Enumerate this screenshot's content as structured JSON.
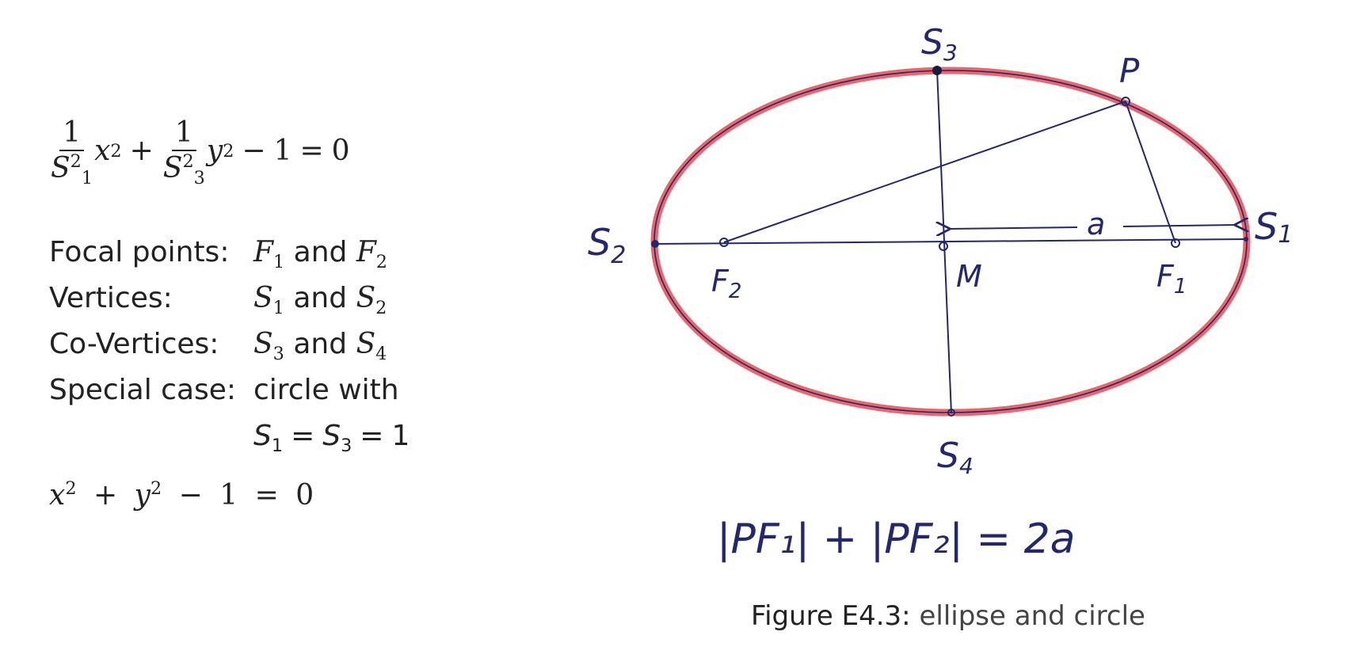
{
  "equation_main": {
    "num1": "1",
    "den1_base": "S",
    "den1_sub": "1",
    "den1_sup": "2",
    "var1": "x",
    "var1_sup": "2",
    "plus": "+",
    "num2": "1",
    "den2_base": "S",
    "den2_sub": "3",
    "den2_sup": "2",
    "var2": "y",
    "var2_sup": "2",
    "minus": "−",
    "one": "1",
    "equals": "=",
    "zero": "0"
  },
  "properties": [
    {
      "label": "Focal points:",
      "a": "F",
      "a_sub": "1",
      "conj": " and ",
      "b": "F",
      "b_sub": "2"
    },
    {
      "label": "Vertices:",
      "a": "S",
      "a_sub": "1",
      "conj": " and ",
      "b": "S",
      "b_sub": "2"
    },
    {
      "label": "Co-Vertices:",
      "a": "S",
      "a_sub": "3",
      "conj": " and ",
      "b": "S",
      "b_sub": "4"
    }
  ],
  "special_case": {
    "label": "Special case:",
    "text": "circle with",
    "eq": {
      "s1": "S",
      "s1_sub": "1",
      "eq1": "=",
      "s3": "S",
      "s3_sub": "3",
      "eq2": "=",
      "value": "1"
    }
  },
  "equation_circle": {
    "x": "x",
    "x_sup": "2",
    "plus": "+",
    "y": "y",
    "y_sup": "2",
    "minus": "−",
    "one": "1",
    "equals": "=",
    "zero": "0"
  },
  "diagram": {
    "labels": {
      "s1": "S",
      "s1_sub": "1",
      "s2": "S",
      "s2_sub": "2",
      "s3": "S",
      "s3_sub": "3",
      "s4": "S",
      "s4_sub": "4",
      "p": "P",
      "m": "M",
      "f1": "F",
      "f1_sub": "1",
      "f2": "F",
      "f2_sub": "2",
      "a": "a"
    },
    "formula": "|PF₁| + |PF₂| = 2a",
    "colors": {
      "ellipse": "#e8555b",
      "ink": "#23276e"
    }
  },
  "caption": {
    "label": "Figure E4.3:",
    "text": "ellipse and circle"
  }
}
